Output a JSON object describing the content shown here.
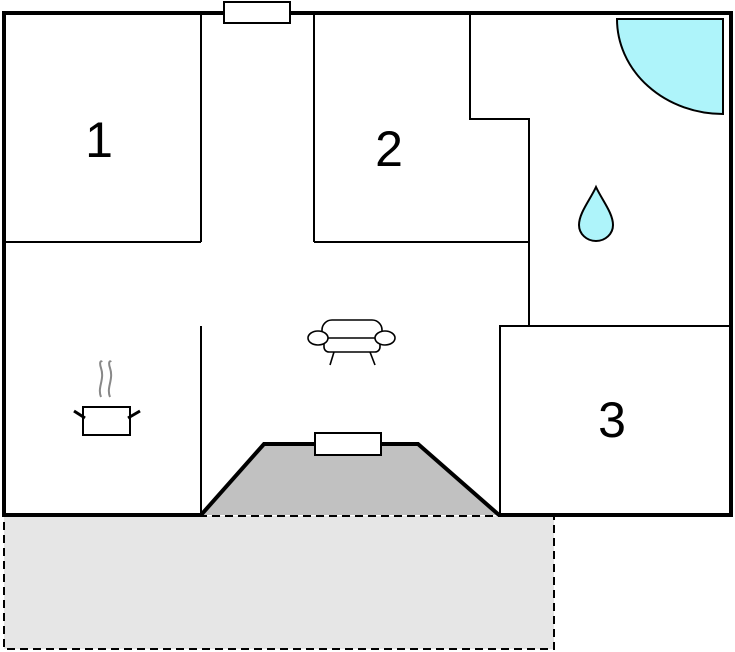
{
  "floorplan": {
    "rooms": [
      {
        "label": "1"
      },
      {
        "label": "2"
      },
      {
        "label": "3"
      }
    ],
    "icons": [
      {
        "name": "shower-icon"
      },
      {
        "name": "water-drop-icon"
      },
      {
        "name": "sofa-icon"
      },
      {
        "name": "cooking-pot-icon"
      }
    ],
    "colors": {
      "wall": "#000000",
      "shower": "#aef4fa",
      "terrace": "#e6e6e6",
      "entrance": "#c1c1c1"
    }
  }
}
